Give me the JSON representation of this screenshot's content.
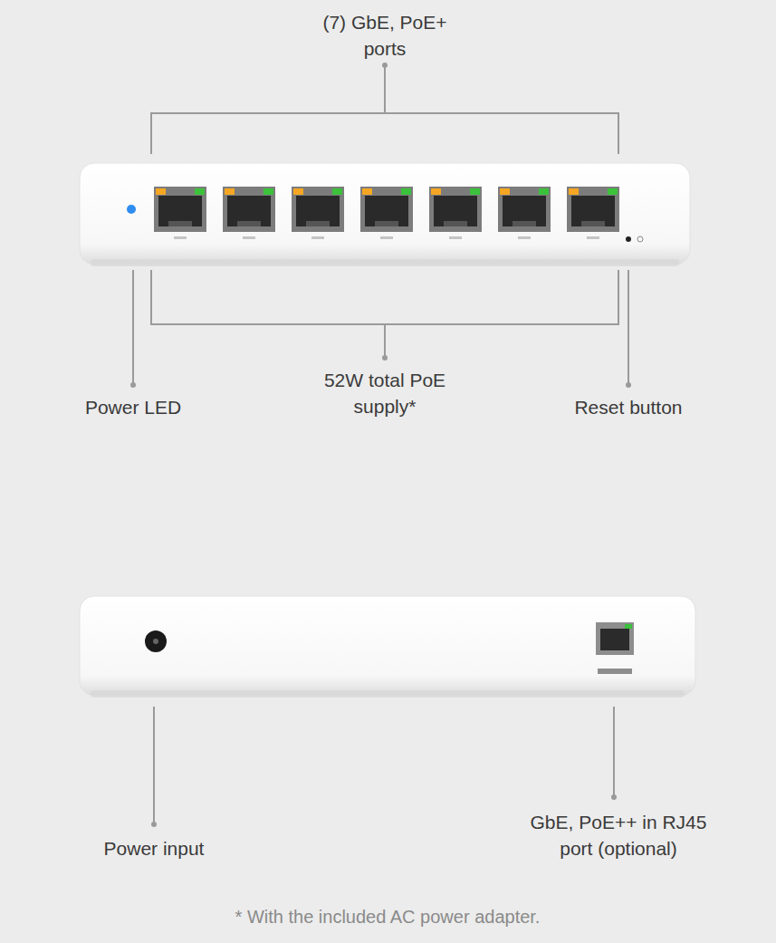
{
  "diagram": {
    "caption": "* With the included AC power adapter.",
    "labels": [
      "(7) GbE, PoE+ ports",
      "Power LED",
      "52W total PoE supply*",
      "Reset button",
      "Power input",
      "GbE, PoE++ in RJ45 port (optional)"
    ]
  }
}
